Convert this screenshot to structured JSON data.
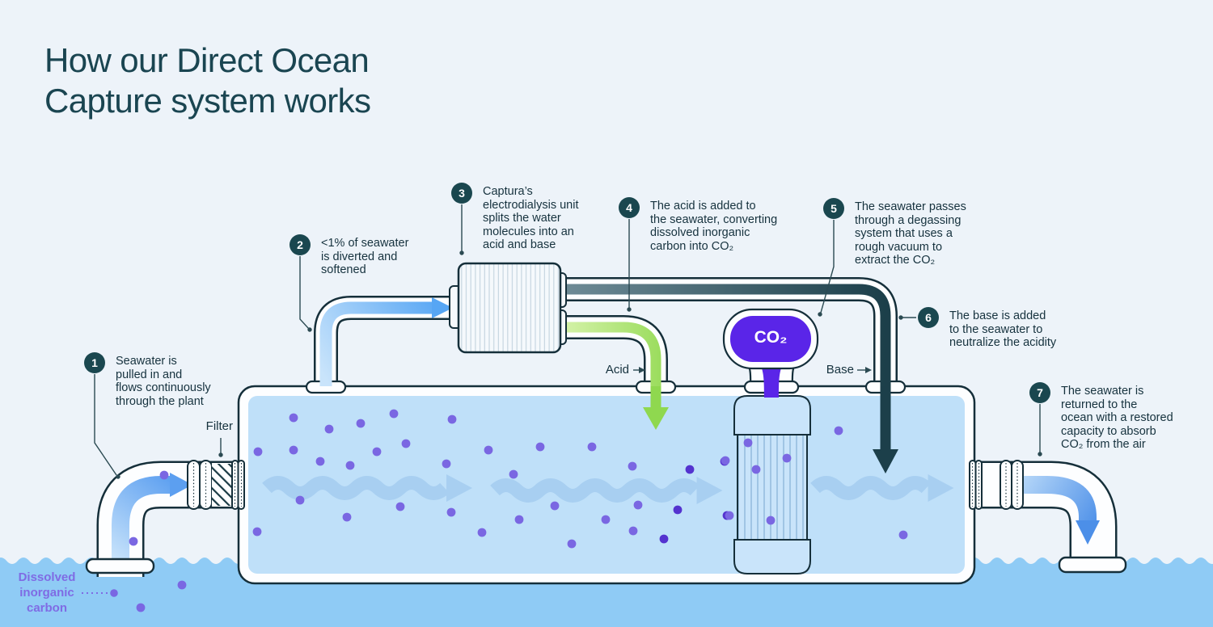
{
  "title": "How our Direct Ocean\nCapture system works",
  "steps": [
    {
      "num": "1",
      "text": "Seawater is\npulled in and\nflows continuously\nthrough the plant"
    },
    {
      "num": "2",
      "text": "<1% of seawater\nis diverted and\nsoftened"
    },
    {
      "num": "3",
      "text": "Captura’s\nelectrodialysis unit\nsplits the water\nmolecules into an\nacid and base"
    },
    {
      "num": "4",
      "text": "The acid is added to\nthe seawater, converting\ndissolved inorganic\ncarbon into CO₂"
    },
    {
      "num": "5",
      "text": "The seawater passes\nthrough a degassing\nsystem that uses a\nrough vacuum to\nextract the CO₂"
    },
    {
      "num": "6",
      "text": "The base is added\nto the seawater to\nneutralize the acidity"
    },
    {
      "num": "7",
      "text": "The seawater is\nreturned to the\nocean with a restored\ncapacity to absorb\nCO₂ from the air"
    }
  ],
  "labels": {
    "filter": "Filter",
    "acid": "Acid",
    "base": "Base",
    "co2": "CO₂",
    "dissolved": "Dissolved\ninorganic\ncarbon"
  },
  "palette": {
    "background": "#EDF3F9",
    "ink": "#152F3A",
    "title_color": "#1A4551",
    "step_circle": "#1A474F",
    "ocean": "#8FCBF5",
    "tank_water": "#BFE0F9",
    "flow_wave": "#A8CFF1",
    "carbon_dot": "#7A67E2",
    "carbon_dot_dark": "#5433CF",
    "co2_purple": "#5A25E8",
    "acid_green": "#8FD84F",
    "base_teal": "#1C3F4A",
    "seawater_arrow": "#5C9FF0",
    "dissolved_label": "#7F6BE4"
  }
}
